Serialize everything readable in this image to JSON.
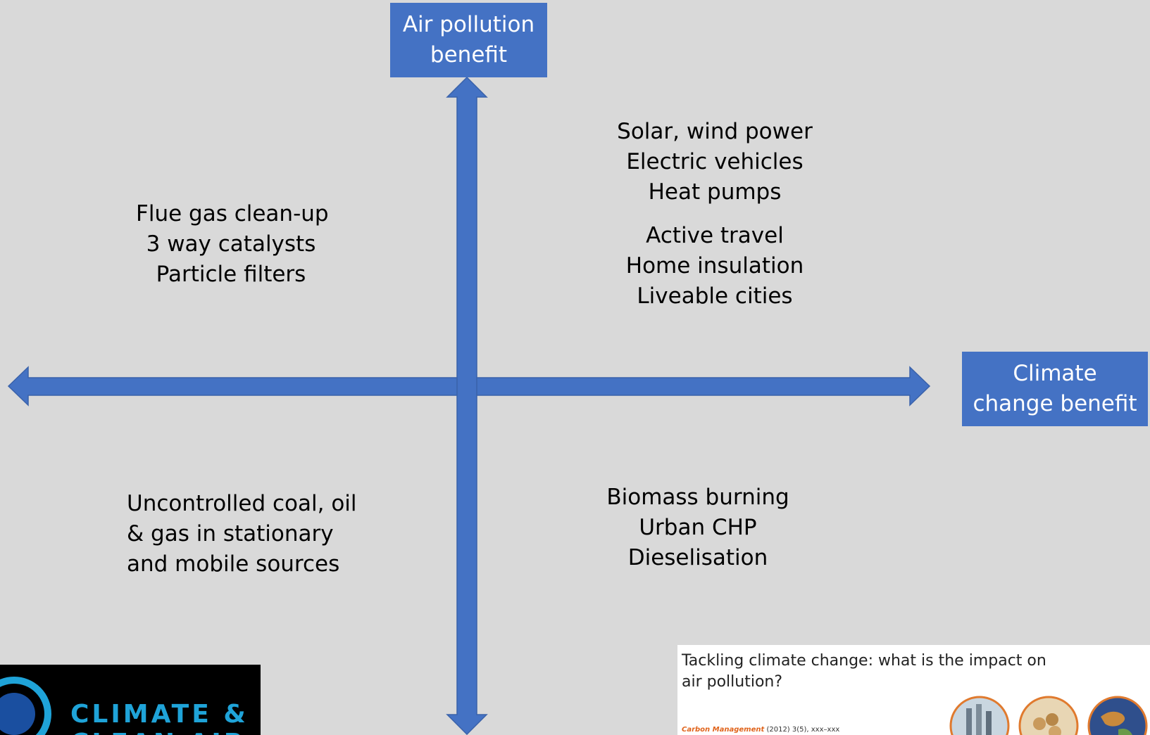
{
  "axis_labels": {
    "y_positive": [
      "Air pollution",
      "benefit"
    ],
    "x_positive": [
      "Climate",
      "change benefit"
    ]
  },
  "quadrants": {
    "top_left": [
      "Flue gas clean-up",
      "3 way catalysts",
      "Particle filters"
    ],
    "top_right_group1": [
      "Solar, wind power",
      "Electric vehicles",
      "Heat pumps"
    ],
    "top_right_group2": [
      "Active travel",
      "Home insulation",
      "Liveable cities"
    ],
    "bottom_left": [
      "Uncontrolled coal, oil",
      "& gas in stationary",
      "and mobile sources"
    ],
    "bottom_right": [
      "Biomass burning",
      "Urban CHP",
      "Dieselisation"
    ]
  },
  "paper": {
    "title": "Tackling climate change: what is the impact on air pollution?",
    "journal": "Carbon Management",
    "citation": "(2012) 3(5), xxx–xxx"
  },
  "logo": {
    "text": "CLIMATE &",
    "text2": "CLEAN AIR"
  },
  "colors": {
    "accent": "#4472c4",
    "background": "#d9d9d9"
  }
}
